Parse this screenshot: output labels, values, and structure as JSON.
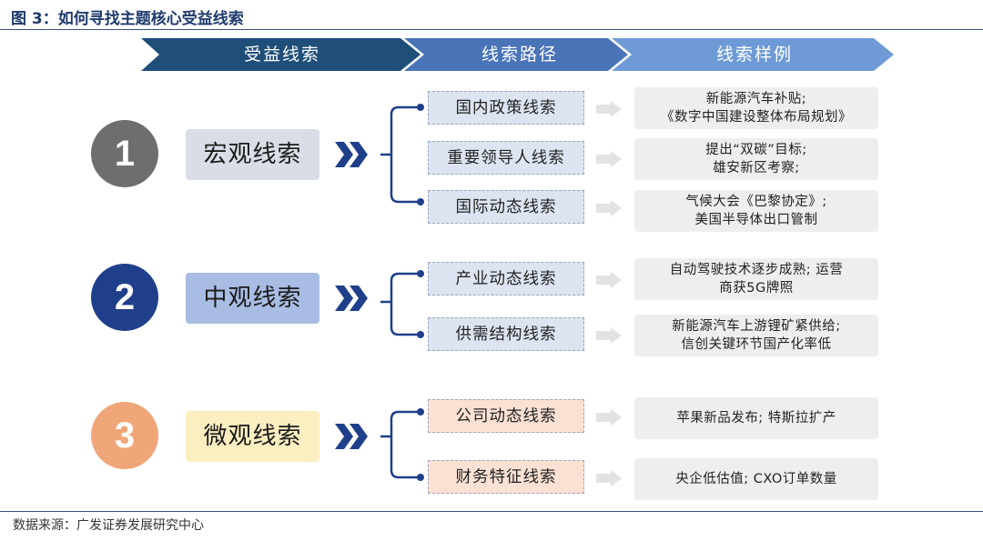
{
  "figure_title": "图 3：如何寻找主题核心受益线索",
  "source_note": "数据来源：广发证券发展研究中心",
  "header": [
    "受益线索",
    "线索路径",
    "线索样例"
  ],
  "colors": {
    "header_dark": "#1f4e79",
    "header_mid": "#4a74b8",
    "header_light": "#6e9bd6",
    "macro_circle": "#6e6e6e",
    "macro_box": "#d9dde6",
    "meso_circle": "#1f3f8a",
    "meso_box": "#a9bce3",
    "micro_circle": "#f0a679",
    "micro_box": "#fbeec0",
    "chevron": "#1f3f8a",
    "path_blue": "#dde4f1",
    "path_peach": "#fbe1d4",
    "bracket": "#1f3f8a"
  },
  "groups": [
    {
      "number": "1",
      "label": "宏观线索",
      "paths": [
        "国内政策线索",
        "重要领导人线索",
        "国际动态线索"
      ],
      "examples": [
        [
          "新能源汽车补贴;",
          "《数字中国建设整体布局规划》"
        ],
        [
          "提出“双碳”目标;",
          "雄安新区考察;"
        ],
        [
          "气候大会《巴黎协定》;",
          "美国半导体出口管制"
        ]
      ]
    },
    {
      "number": "2",
      "label": "中观线索",
      "paths": [
        "产业动态线索",
        "供需结构线索"
      ],
      "examples": [
        [
          "自动驾驶技术逐步成熟; 运营",
          "商获5G牌照"
        ],
        [
          "新能源汽车上游锂矿紧供给;",
          "信创关键环节国产化率低"
        ]
      ]
    },
    {
      "number": "3",
      "label": "微观线索",
      "paths": [
        "公司动态线索",
        "财务特征线索"
      ],
      "examples": [
        [
          "苹果新品发布; 特斯拉扩产"
        ],
        [
          "央企低估值; CXO订单数量"
        ]
      ]
    }
  ]
}
